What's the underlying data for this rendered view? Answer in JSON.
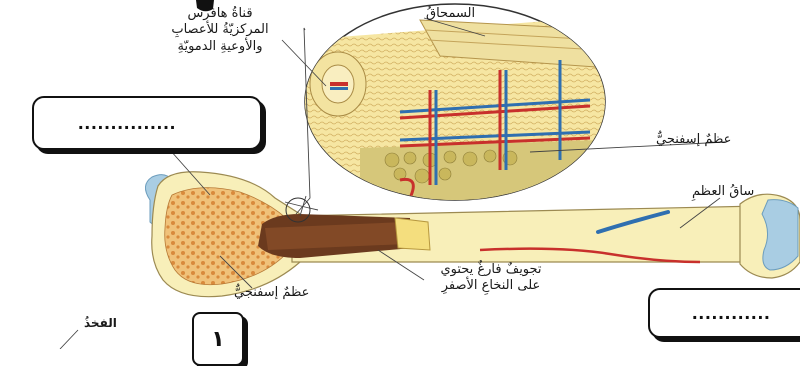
{
  "labels": {
    "haversian": [
      "قناةُ هافرس",
      "المركزيّةُ للأعصابِ",
      "والأوعيةِ الدمويّةِ"
    ],
    "periosteum": "السمحاقُ",
    "spongy_top": "عظمٌ إسفنجيٌّ",
    "shaft": "ساقُ العظمِ",
    "cavity": [
      "تجويفٌ فارغٌ يحتوي",
      "على النخاعِ الأصفرِ"
    ],
    "spongy_bottom": "عظمٌ إسفنجيٌّ",
    "femur": "الفخذُ"
  },
  "answer_boxes": {
    "left": "...............",
    "right": "............"
  },
  "number_box": "١",
  "colors": {
    "bone": "#f7efb8",
    "spongy": "#e8a75a",
    "marrow": "#6b3a1e",
    "cartilage": "#9fc6e0",
    "vessel_red": "#c8302c",
    "vessel_blue": "#2f6fb0"
  }
}
